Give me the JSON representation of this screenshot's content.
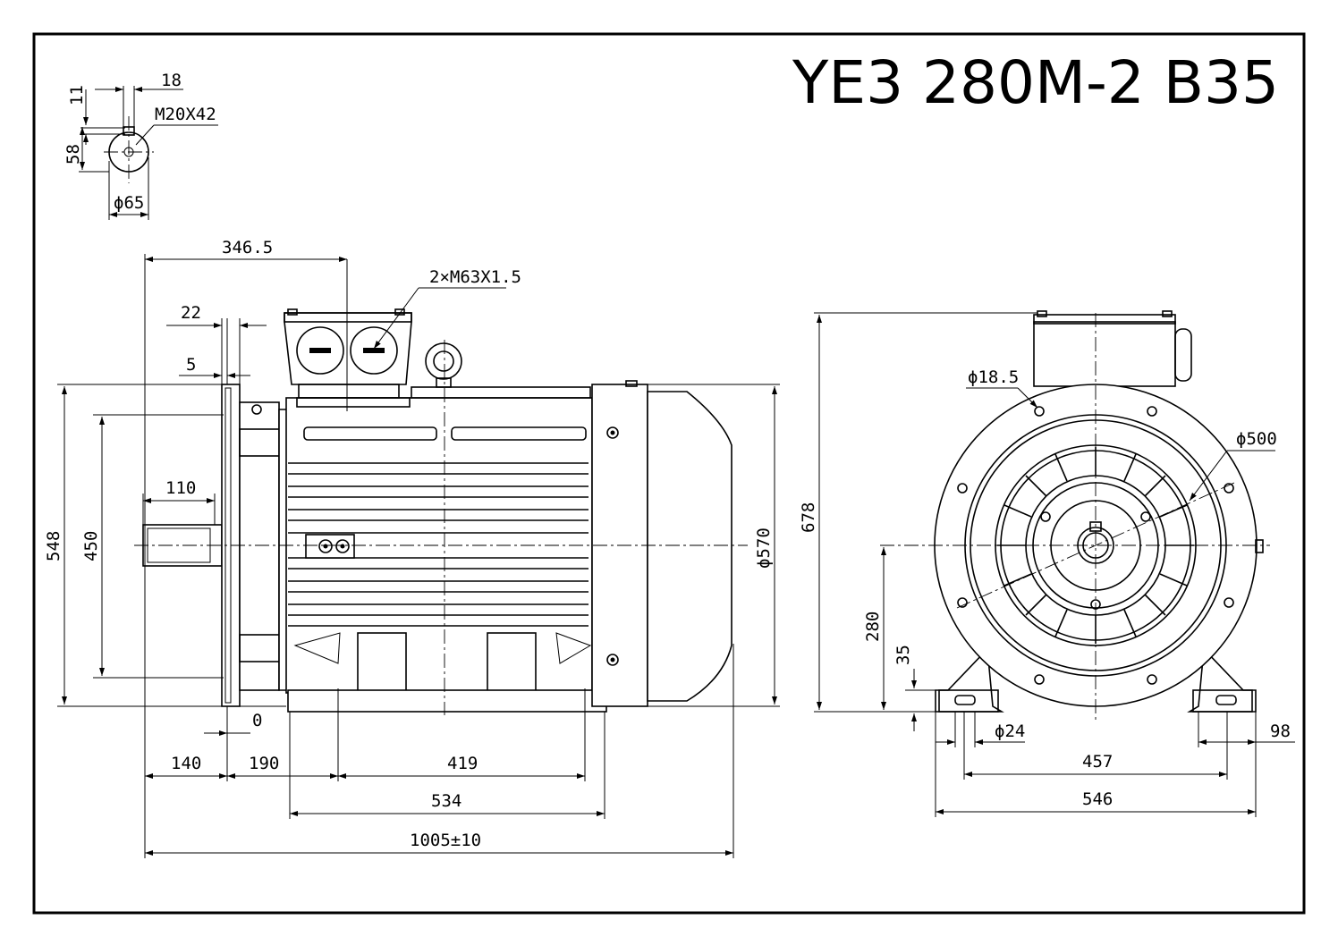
{
  "title": "YE3 280M-2 B35",
  "shaft_detail": {
    "key_width": "18",
    "key_depth": "11",
    "thread": "M20X42",
    "shaft_height": "58",
    "shaft_diameter": "ϕ65"
  },
  "side_view": {
    "terminal_box_pos": "346.5",
    "cable_gland": "2×M63X1.5",
    "dim_22": "22",
    "dim_5": "5",
    "shaft_length": "110",
    "height_548": "548",
    "height_450": "450",
    "diameter_570": "ϕ570",
    "dim_0": "0",
    "dim_140": "140",
    "dim_190": "190",
    "dim_419": "419",
    "dim_534": "534",
    "total_length": "1005±10"
  },
  "end_view": {
    "hole_diameter": "ϕ18.5",
    "flange_pcd": "ϕ500",
    "total_height": "678",
    "shaft_center_height": "280",
    "foot_thickness": "35",
    "foot_hole": "ϕ24",
    "foot_width": "98",
    "foot_hole_spacing": "457",
    "foot_overall": "546"
  }
}
